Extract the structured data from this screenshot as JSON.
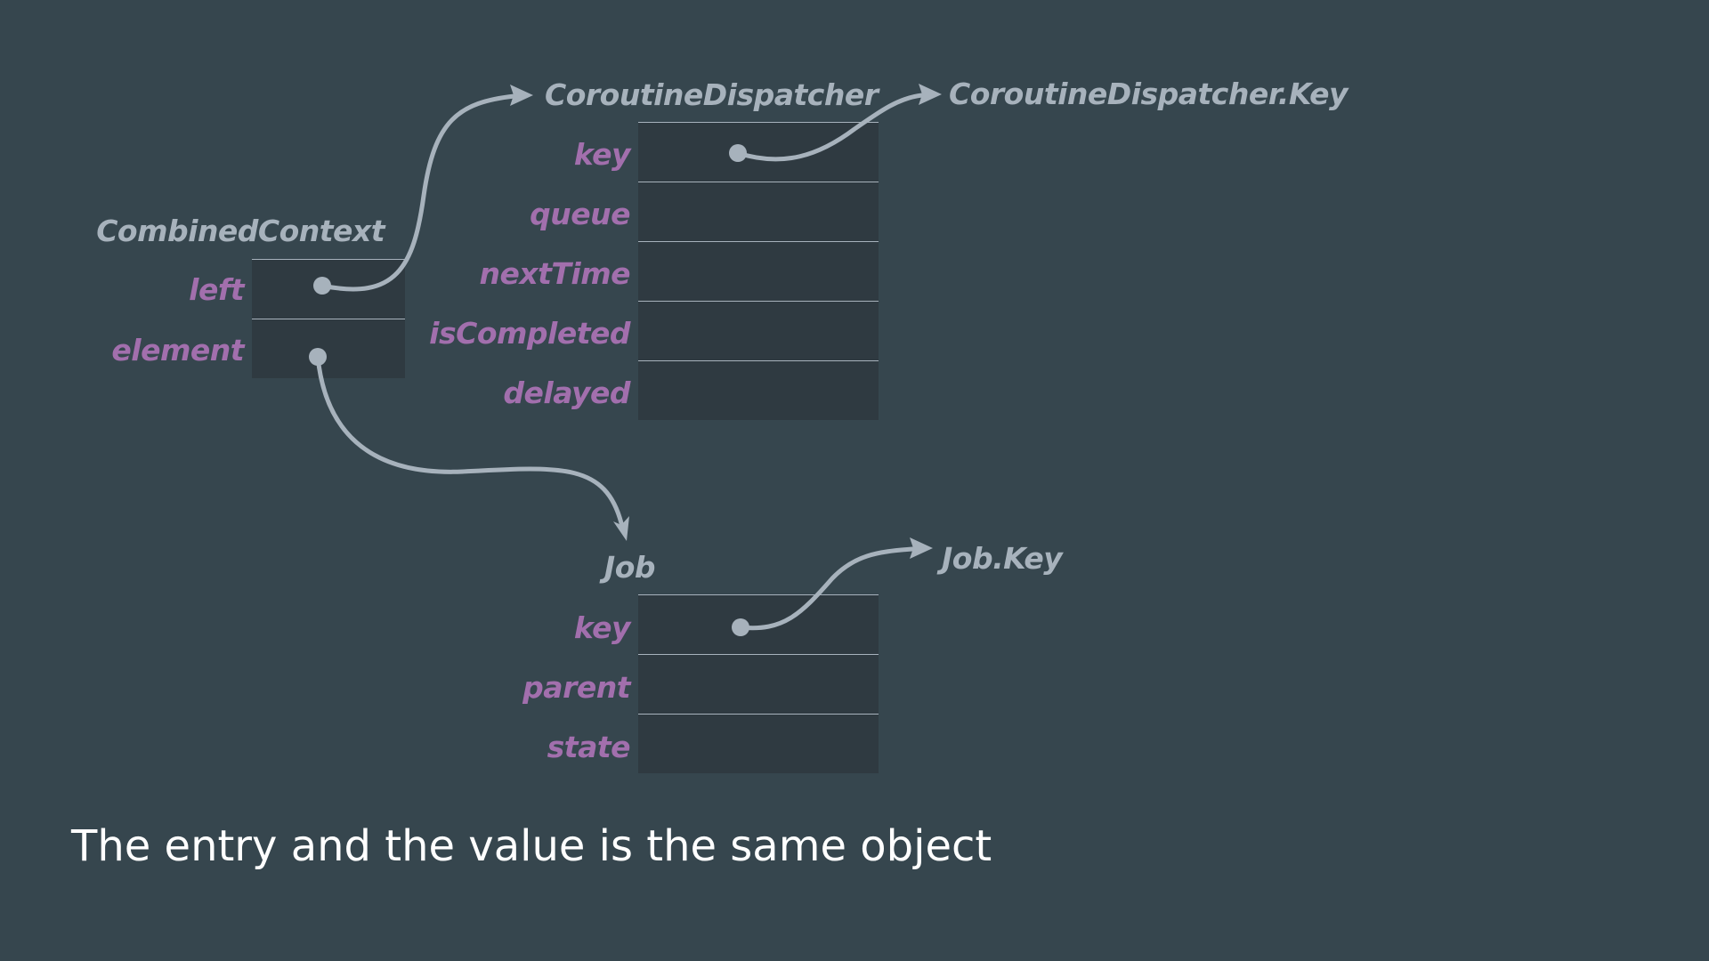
{
  "objects": {
    "combined_context": {
      "title": "CombinedContext",
      "fields": [
        "left",
        "element"
      ]
    },
    "coroutine_dispatcher": {
      "title": "CoroutineDispatcher",
      "fields": [
        "key",
        "queue",
        "nextTime",
        "isCompleted",
        "delayed"
      ]
    },
    "job": {
      "title": "Job",
      "fields": [
        "key",
        "parent",
        "state"
      ]
    }
  },
  "keys": {
    "dispatcher_key": "CoroutineDispatcher.Key",
    "job_key": "Job.Key"
  },
  "caption": "The entry and the value is the same object",
  "colors": {
    "background": "#36464e",
    "cell": "#2f3a41",
    "title": "#a7b2bc",
    "field": "#a26fad",
    "arrow": "#a7b2bc",
    "caption": "#ffffff"
  }
}
